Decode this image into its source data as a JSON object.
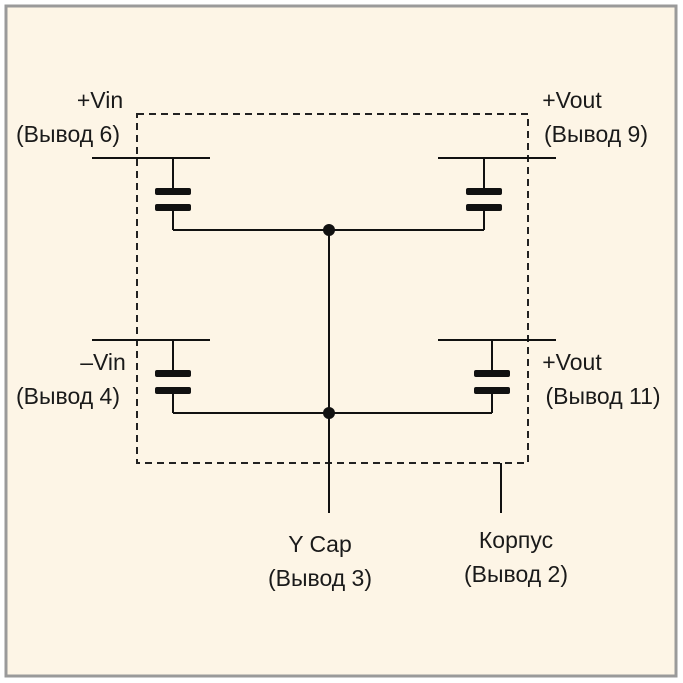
{
  "colors": {
    "background": "#fdf5e6",
    "frame": "#9a9a9a",
    "line": "#111111",
    "dashed_box": "#222222",
    "text": "#1a1a1a"
  },
  "labels": {
    "vin_plus": "+Vin",
    "vin_plus_pin": "(Вывод 6)",
    "vin_minus": "–Vin",
    "vin_minus_pin": "(Вывод 4)",
    "vout_plus_top": "+Vout",
    "vout_plus_top_pin": "(Вывод 9)",
    "vout_plus_bottom": "+Vout",
    "vout_plus_bottom_pin": "(Вывод 11)",
    "ycap": "Y Cap",
    "ycap_pin": "(Вывод 3)",
    "case": "Корпус",
    "case_pin": "(Вывод 2)"
  }
}
